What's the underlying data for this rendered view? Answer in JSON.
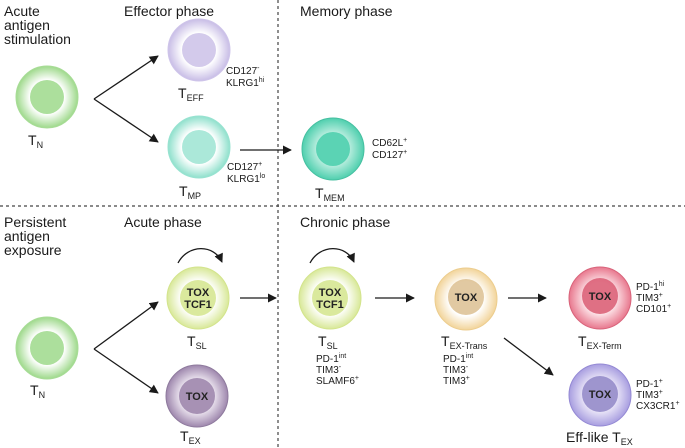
{
  "sections": {
    "acute_stim": [
      "Acute",
      "antigen",
      "stimulation"
    ],
    "effector_phase": "Effector phase",
    "memory_phase": "Memory phase",
    "persistent": [
      "Persistent",
      "antigen",
      "exposure"
    ],
    "acute_phase": "Acute phase",
    "chronic_phase": "Chronic phase"
  },
  "cells": {
    "tn_top": {
      "name": "T",
      "sub": "N"
    },
    "teff": {
      "name": "T",
      "sub": "EFF",
      "markers": [
        {
          "b": "CD127",
          "s": "-"
        },
        {
          "b": "KLRG1",
          "s": "hi"
        }
      ]
    },
    "tmp": {
      "name": "T",
      "sub": "MP",
      "markers": [
        {
          "b": "CD127",
          "s": "+"
        },
        {
          "b": "KLRG1",
          "s": "lo"
        }
      ]
    },
    "tmem": {
      "name": "T",
      "sub": "MEM",
      "markers": [
        {
          "b": "CD62L",
          "s": "+"
        },
        {
          "b": "CD127",
          "s": "+"
        }
      ]
    },
    "tn_bottom": {
      "name": "T",
      "sub": "N"
    },
    "tsl_acute": {
      "name": "T",
      "sub": "SL",
      "inner": [
        "TOX",
        "TCF1"
      ]
    },
    "tex_acute": {
      "name": "T",
      "sub": "EX",
      "inner": [
        "TOX"
      ]
    },
    "tsl_chronic": {
      "name": "T",
      "sub": "SL",
      "inner": [
        "TOX",
        "TCF1"
      ],
      "markers": [
        {
          "b": "PD-1",
          "s": "int"
        },
        {
          "b": "TIM3",
          "s": "-"
        },
        {
          "b": "SLAMF6",
          "s": "+"
        }
      ]
    },
    "tex_trans": {
      "name": "T",
      "sub": "EX-Trans",
      "inner": [
        "TOX"
      ],
      "markers": [
        {
          "b": "PD-1",
          "s": "int"
        },
        {
          "b": "TIM3",
          "s": "-"
        },
        {
          "b": "TIM3",
          "s": "+"
        }
      ]
    },
    "tex_term": {
      "name": "T",
      "sub": "EX-Term",
      "inner": [
        "TOX"
      ],
      "markers": [
        {
          "b": "PD-1",
          "s": "hi"
        },
        {
          "b": "TIM3",
          "s": "+"
        },
        {
          "b": "CD101",
          "s": "+"
        }
      ]
    },
    "eff_like": {
      "name": "Eff-like T",
      "sub": "EX",
      "inner": [
        "TOX"
      ],
      "markers": [
        {
          "b": "PD-1",
          "s": "+"
        },
        {
          "b": "TIM3",
          "s": "+"
        },
        {
          "b": "CX3CR1",
          "s": "+"
        }
      ]
    }
  },
  "colors": {
    "naive": "#9ed98b",
    "effector": "#c8bde6",
    "memory_precursor": "#8fe0cc",
    "memory": "#4fcfae",
    "stem_like": "#d8e898",
    "exhausted": "#9e87ad",
    "transitory": "#f2d49a",
    "terminal": "#e8788e",
    "effector_like": "#a89ee0"
  }
}
